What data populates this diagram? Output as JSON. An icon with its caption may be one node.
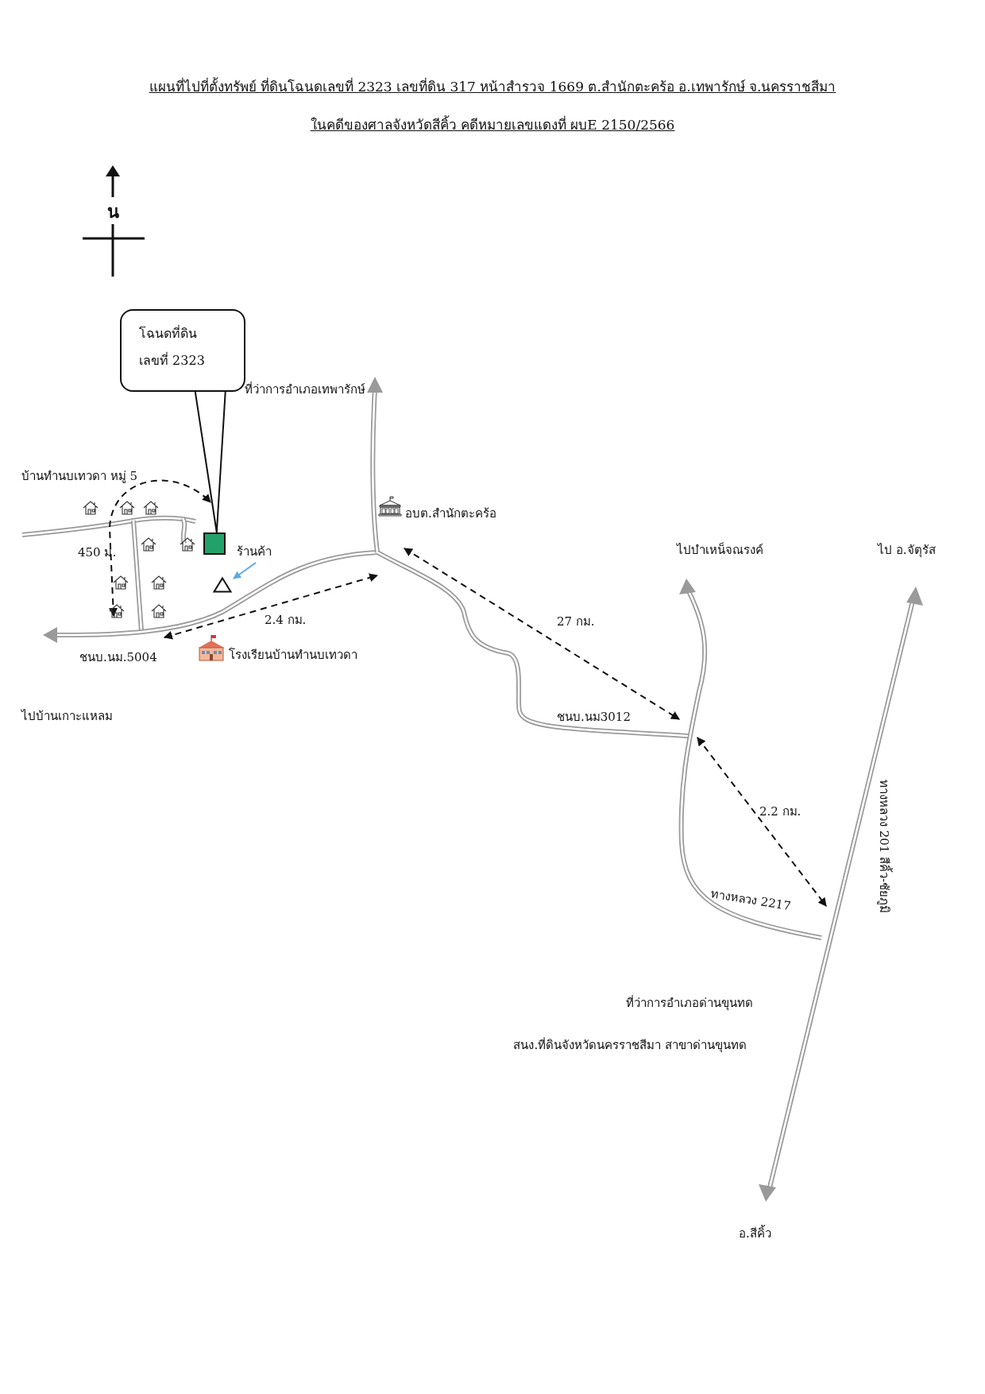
{
  "diagram": {
    "title": "แผนที่ไปที่ตั้งทรัพย์ ที่ดินโฉนดเลขที่ 2323 เลขที่ดิน 317 หน้าสำรวจ 1669 ต.สำนักตะคร้อ อ.เทพารักษ์ จ.นครราชสีมา",
    "nodes": [
      {
        "text": [
          "โฉนดที่ดิน เลขที่ 2323"
        ]
      },
      {
        "text": [],
        "shape": "box"
      },
      {
        "text": [
          "ร้านค้า"
        ]
      },
      {
        "text": [],
        "shape": "triangle"
      }
    ],
    "edges": [
      {
        "from": 0,
        "to": 1,
        "arrow": "none"
      },
      {
        "from": 2,
        "to": 3,
        "arrow": "to",
        "color": "#5aa9e6"
      }
    ],
    "labels": [
      "ในคดีของศาลจังหวัดสีคิ้ว คดีหมายเลขแดงที่ ผบE 2150/2566",
      "น",
      "ที่ว่าการอำเภอเทพารักษ์",
      "บ้านทำนบเทวดา หมู่ 5",
      "อบต.สำนักตะคร้อ",
      "450 ม.",
      "ไปบำเหน็จณรงค์",
      "ไป อ.จัตุรัส",
      "2.4 กม.",
      "27 กม.",
      "ชนบ.นม.5004",
      "โรงเรียนบ้านทำนบเทวดา",
      "ไปบ้านเกาะแหลม",
      "ชนบ.นม3012",
      "ทางหลวง 201 สีคิ้ว-ชัยภูมิ",
      "2.2 กม.",
      "ทางหลวง 2217",
      "ที่ว่าการอำเภอด่านขุนทด",
      "สนง.ที่ดินจังหวัดนครราชสีมา สาขาด่านขุนทด",
      "อ.สีคิ้ว"
    ]
  }
}
